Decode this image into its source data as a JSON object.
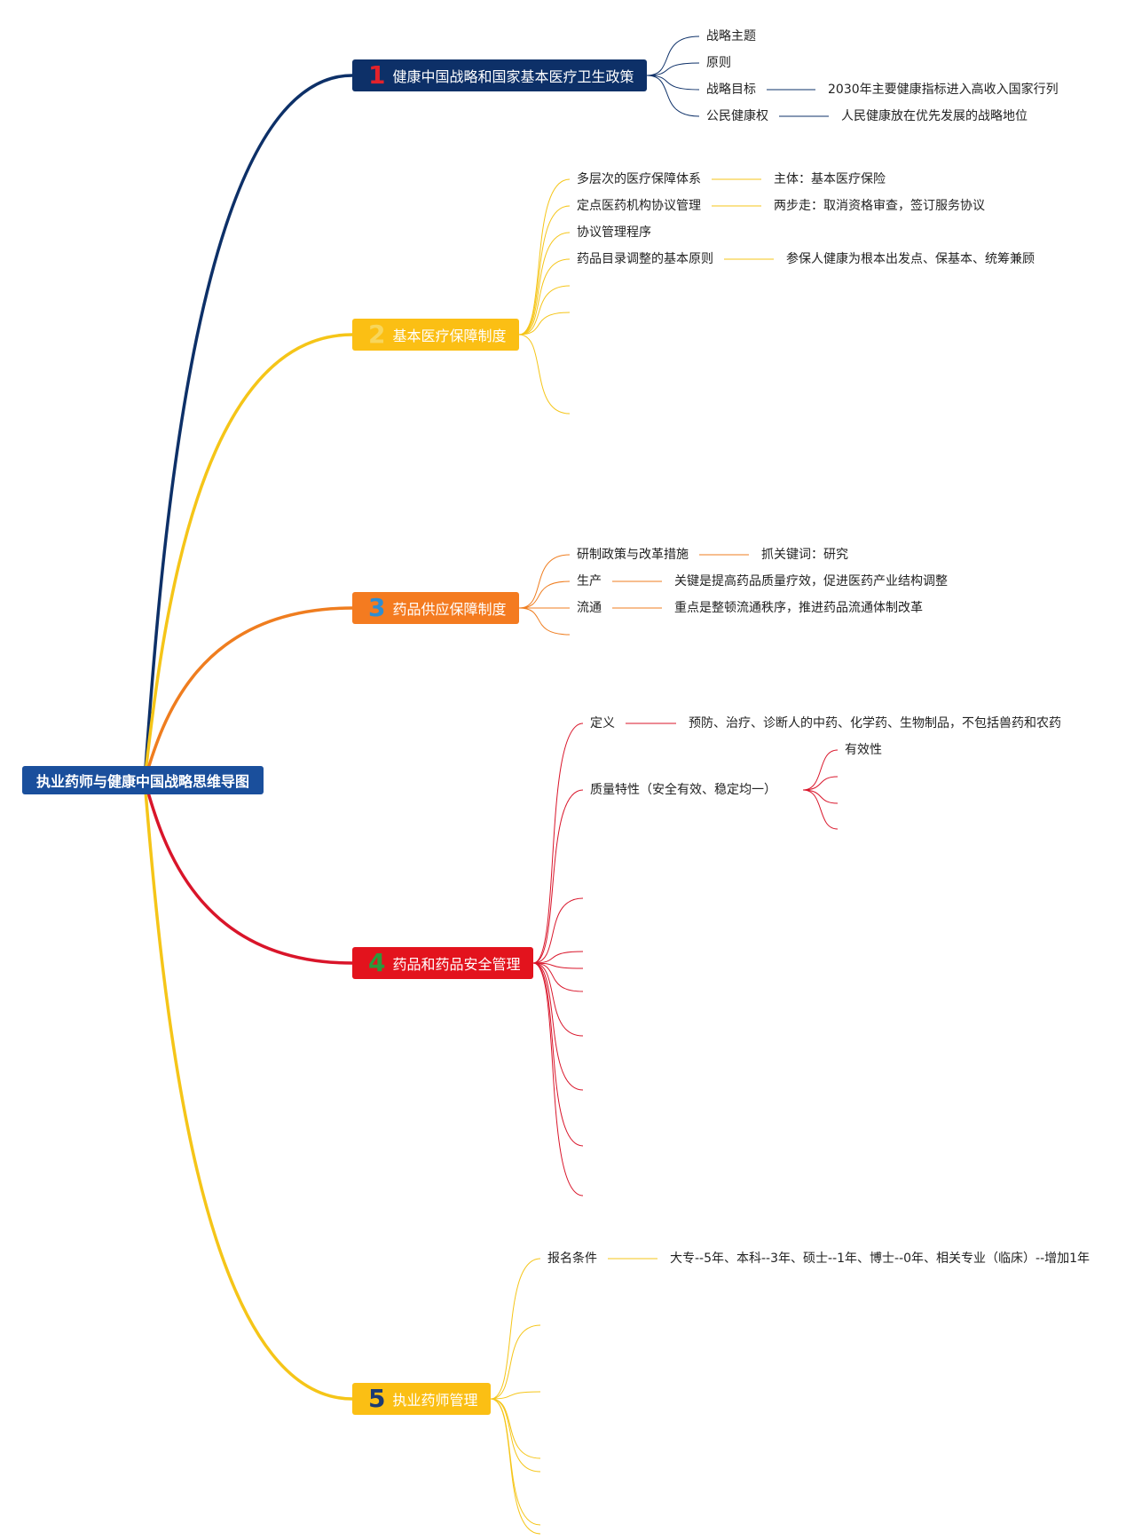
{
  "root": {
    "title": "执业药师与健康中国战略思维导图"
  },
  "branches": [
    {
      "number": "1",
      "title": "健康中国战略和国家基本医疗卫生政策",
      "bg_color": "#0d3068",
      "num_color": "#e3222b",
      "line_color": "#0d3068",
      "items": [
        {
          "label": "战略主题",
          "detail": ""
        },
        {
          "label": "原则",
          "detail": ""
        },
        {
          "label": "战略目标",
          "detail": "2030年主要健康指标进入高收入国家行列"
        },
        {
          "label": "公民健康权",
          "detail": "人民健康放在优先发展的战略地位"
        }
      ]
    },
    {
      "number": "2",
      "title": "基本医疗保障制度",
      "bg_color": "#fbbf14",
      "num_color": "#f7d65c",
      "line_color": "#f5c518",
      "items": [
        {
          "label": "多层次的医疗保障体系",
          "detail": "主体：基本医疗保险"
        },
        {
          "label": "定点医药机构协议管理",
          "detail": "两步走：取消资格审查，签订服务协议"
        },
        {
          "label": "协议管理程序",
          "detail": ""
        },
        {
          "label": "药品目录调整的基本原则",
          "detail": "参保人健康为根本出发点、保基本、统筹兼顾"
        },
        {
          "label": "",
          "detail": ""
        },
        {
          "label": "",
          "detail": ""
        },
        {
          "label": "",
          "detail": ""
        }
      ]
    },
    {
      "number": "3",
      "title": "药品供应保障制度",
      "bg_color": "#f47b20",
      "num_color": "#2f8dd1",
      "line_color": "#ef7d1f",
      "items": [
        {
          "label": "研制政策与改革措施",
          "detail": "抓关键词：研究"
        },
        {
          "label": "生产",
          "detail": "关键是提高药品质量疗效，促进医药产业结构调整"
        },
        {
          "label": "流通",
          "detail": "重点是整顿流通秩序，推进药品流通体制改革"
        },
        {
          "label": "",
          "detail": ""
        }
      ]
    },
    {
      "number": "4",
      "title": "药品和药品安全管理",
      "bg_color": "#e3131d",
      "num_color": "#2a9a3c",
      "line_color": "#d9152a",
      "items": [
        {
          "label": "定义",
          "detail": "预防、治疗、诊断人的中药、化学药、生物制品，不包括兽药和农药"
        },
        {
          "label": "质量特性（安全有效、稳定均一）",
          "detail": "",
          "sub": [
            "有效性",
            "",
            "",
            ""
          ]
        },
        {
          "label": "",
          "detail": ""
        },
        {
          "label": "",
          "detail": ""
        },
        {
          "label": "",
          "detail": ""
        },
        {
          "label": "",
          "detail": ""
        },
        {
          "label": "",
          "detail": ""
        },
        {
          "label": "",
          "detail": ""
        },
        {
          "label": "",
          "detail": ""
        },
        {
          "label": "",
          "detail": ""
        }
      ]
    },
    {
      "number": "5",
      "title": "执业药师管理",
      "bg_color": "#fbbf14",
      "num_color": "#1b3a73",
      "line_color": "#f5c518",
      "items": [
        {
          "label": "报名条件",
          "detail": "大专--5年、本科--3年、硕士--1年、博士--0年、相关专业（临床）--增加1年"
        },
        {
          "label": "",
          "detail": ""
        },
        {
          "label": "",
          "detail": ""
        },
        {
          "label": "",
          "detail": ""
        },
        {
          "label": "",
          "detail": ""
        },
        {
          "label": "",
          "detail": ""
        },
        {
          "label": "",
          "detail": ""
        }
      ]
    }
  ]
}
